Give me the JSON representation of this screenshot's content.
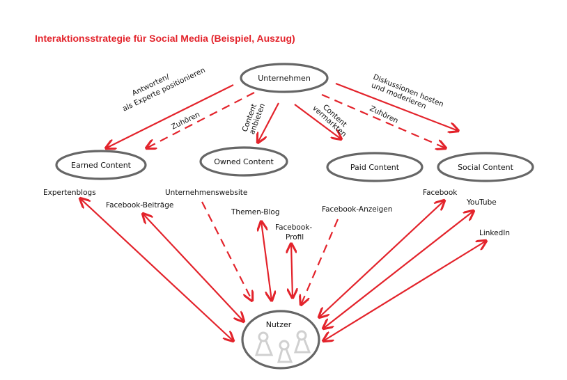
{
  "title": "Interaktionsstrategie für Social Media (Beispiel, Auszug)",
  "colors": {
    "accent": "#e3232b",
    "node_stroke": "#666666",
    "users_icon": "#d0d0d0"
  },
  "nodes": {
    "company": "Unternehmen",
    "earned": "Earned Content",
    "owned": "Owned Content",
    "paid": "Paid Content",
    "social": "Social Content",
    "users": "Nutzer"
  },
  "edge_labels": {
    "answer_line1": "Antworten/",
    "answer_line2": "als Experte positionieren",
    "listen_left": "Zuhören",
    "offer_line1": "Content",
    "offer_line2": "anbieten",
    "market_line1": "Content",
    "market_line2": "vermarkten",
    "listen_right": "Zuhören",
    "discuss_line1": "Diskussionen hosten",
    "discuss_line2": "und moderieren"
  },
  "channels": {
    "expertenblogs": "Expertenblogs",
    "facebook_beitraege": "Facebook-Beiträge",
    "unternehmenswebsite": "Unternehmenswebsite",
    "themen_blog": "Themen-Blog",
    "facebook_profil_1": "Facebook-",
    "facebook_profil_2": "Profil",
    "facebook_anzeigen": "Facebook-Anzeigen",
    "facebook": "Facebook",
    "youtube": "YouTube",
    "linkedin": "LinkedIn"
  }
}
